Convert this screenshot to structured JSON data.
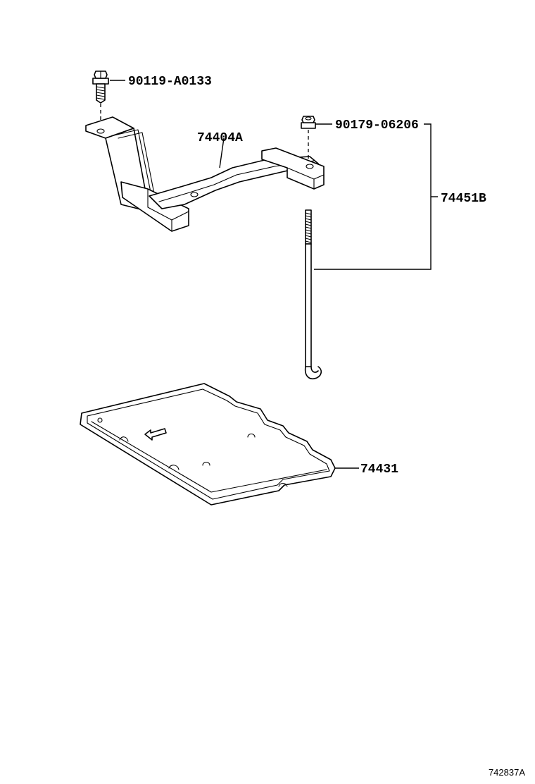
{
  "parts": [
    {
      "id": "bolt",
      "number": "90119-A0133"
    },
    {
      "id": "nut",
      "number": "90179-06206"
    },
    {
      "id": "clamp",
      "number": "74404A"
    },
    {
      "id": "rod-assembly",
      "number": "74451B"
    },
    {
      "id": "tray",
      "number": "74431"
    }
  ],
  "figure_number": "742837A"
}
